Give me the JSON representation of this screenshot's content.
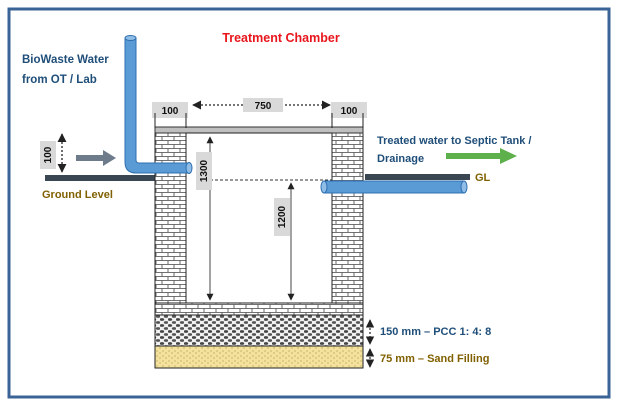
{
  "title": "Treatment Chamber",
  "labels": {
    "inlet_line1": "BioWaste Water",
    "inlet_line2": "from OT / Lab",
    "ground_level": "Ground Level",
    "outlet_line1": "Treated water to Septic Tank /",
    "outlet_line2": "Drainage",
    "gl": "GL",
    "pcc_layer": "150 mm – PCC 1: 4: 8",
    "sand_layer": "75 mm – Sand Filling"
  },
  "dimensions": {
    "left_wall": "100",
    "inner_width": "750",
    "right_wall": "100",
    "pipe_depth": "100",
    "inner_height": "1300",
    "water_depth": "1200"
  },
  "colors": {
    "frame": "#3b6496",
    "title": "#e8161c",
    "label_blue": "#1f4e79",
    "label_olive": "#806000",
    "pipe": "#5b9bd5",
    "pipe_stroke": "#2e6fb1",
    "ground": "#3a4652",
    "arrow_gray": "#6e7b8a",
    "arrow_green": "#5db04b",
    "sand": "#f4e29c",
    "dim_box": "#d9d9d9"
  }
}
